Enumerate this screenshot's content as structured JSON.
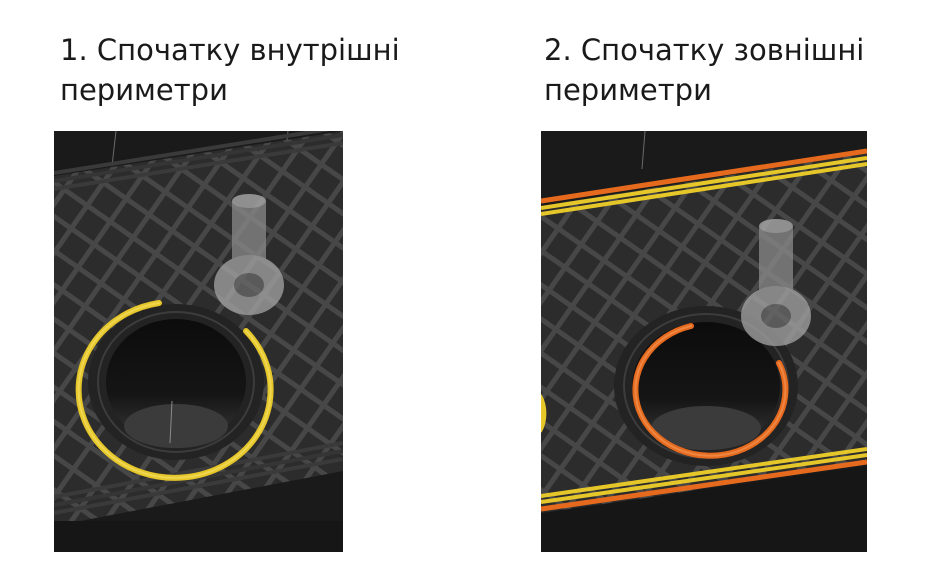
{
  "panels": [
    {
      "caption_line1": "1. Спочатку внутрішні",
      "caption_line2": "периметри",
      "perimeter_color": "#e6c72a",
      "outer_wall_color": "#2a2a2a"
    },
    {
      "caption_line1": "2. Спочатку зовнішні",
      "caption_line2": "периметри",
      "perimeter_color": "#e66a1e",
      "outer_wall_color": "#e2c52a"
    }
  ],
  "colors": {
    "bed": "#1c1c1c",
    "infill": "#303030",
    "infill_line": "#4a4a4a",
    "hole": "#101010",
    "ghost": "#9a9a9a"
  }
}
